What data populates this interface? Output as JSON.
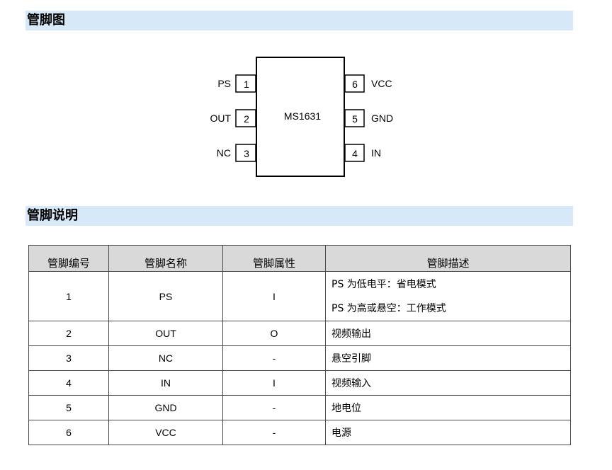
{
  "sections": {
    "pinout_title": "管脚图",
    "description_title": "管脚说明"
  },
  "diagram": {
    "chip_name": "MS1631",
    "left_pins": [
      {
        "label": "PS",
        "number": "1"
      },
      {
        "label": "OUT",
        "number": "2"
      },
      {
        "label": "NC",
        "number": "3"
      }
    ],
    "right_pins": [
      {
        "label": "VCC",
        "number": "6"
      },
      {
        "label": "GND",
        "number": "5"
      },
      {
        "label": "IN",
        "number": "4"
      }
    ]
  },
  "table": {
    "headers": [
      "管脚编号",
      "管脚名称",
      "管脚属性",
      "管脚描述"
    ],
    "rows": [
      {
        "num": "1",
        "name": "PS",
        "attr": "I",
        "desc": [
          "PS 为低电平：省电模式",
          "PS 为高或悬空：工作模式"
        ]
      },
      {
        "num": "2",
        "name": "OUT",
        "attr": "O",
        "desc": [
          "视频输出"
        ]
      },
      {
        "num": "3",
        "name": "NC",
        "attr": "-",
        "desc": [
          "悬空引脚"
        ]
      },
      {
        "num": "4",
        "name": "IN",
        "attr": "I",
        "desc": [
          "视频输入"
        ]
      },
      {
        "num": "5",
        "name": "GND",
        "attr": "-",
        "desc": [
          "地电位"
        ]
      },
      {
        "num": "6",
        "name": "VCC",
        "attr": "-",
        "desc": [
          "电源"
        ]
      }
    ]
  }
}
